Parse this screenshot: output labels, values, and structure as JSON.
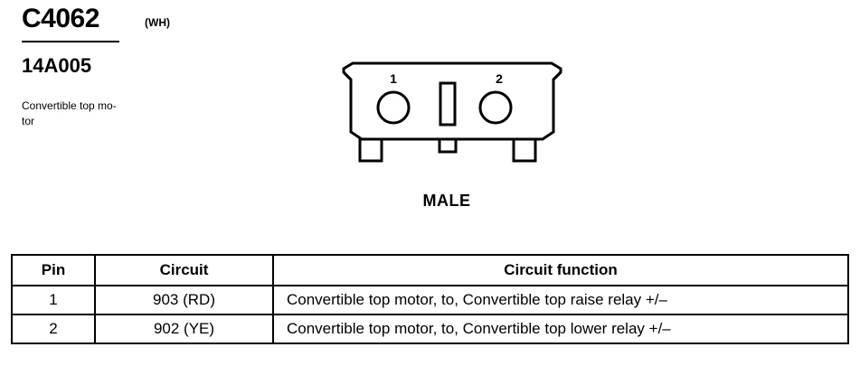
{
  "connector": {
    "id": "C4062",
    "color_code": "(WH)",
    "part_number": "14A005",
    "description": "Convertible top mo-\ntor"
  },
  "diagram": {
    "pin_labels": [
      "1",
      "2"
    ],
    "gender": "MALE"
  },
  "table": {
    "headers": [
      "Pin",
      "Circuit",
      "Circuit function"
    ],
    "rows": [
      {
        "pin": "1",
        "circuit": "903 (RD)",
        "function": "Convertible top motor, to, Convertible top raise relay +/–"
      },
      {
        "pin": "2",
        "circuit": "902 (YE)",
        "function": "Convertible top motor, to, Convertible top lower relay +/–"
      }
    ]
  }
}
